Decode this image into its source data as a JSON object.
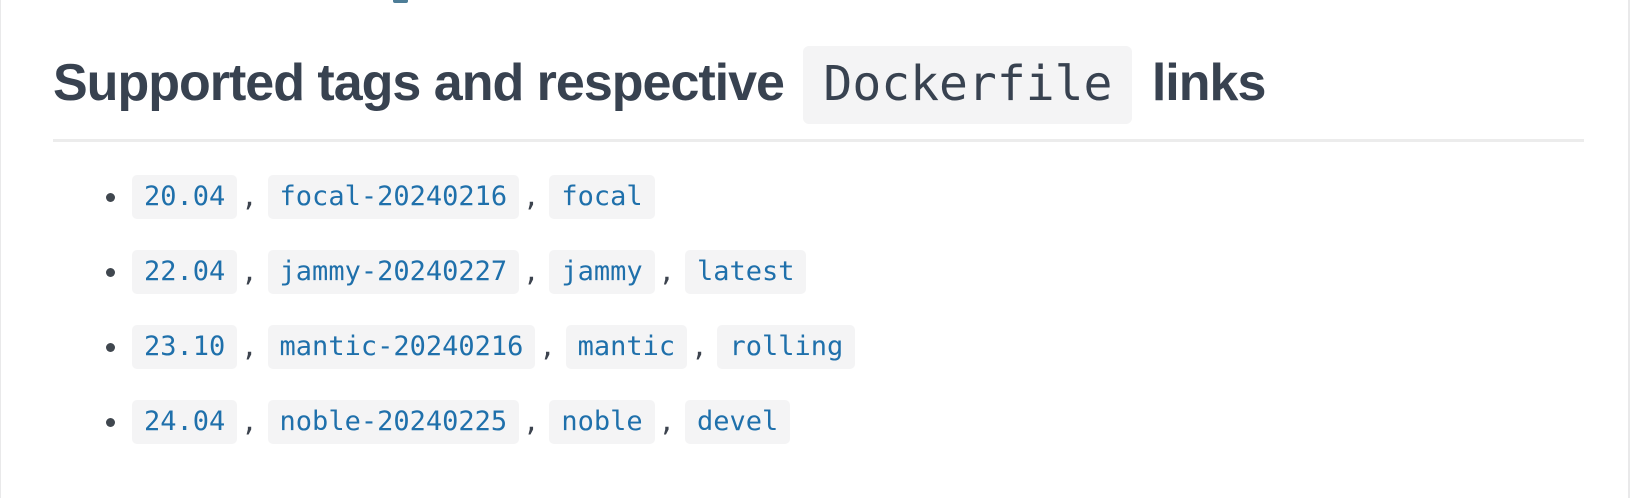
{
  "heading": {
    "prefix": "Supported tags and respective",
    "code": "Dockerfile",
    "suffix": "links"
  },
  "list": {
    "separator": ","
  },
  "rows": [
    [
      "20.04",
      "focal-20240216",
      "focal"
    ],
    [
      "22.04",
      "jammy-20240227",
      "jammy",
      "latest"
    ],
    [
      "23.10",
      "mantic-20240216",
      "mantic",
      "rolling"
    ],
    [
      "24.04",
      "noble-20240225",
      "noble",
      "devel"
    ]
  ],
  "colors": {
    "link_blue": "#1f70ab",
    "chip_background": "#f4f4f5",
    "heading_text": "#384250",
    "divider": "#ececec",
    "column_border": "#e9e9ea",
    "clipped_fragment_blue": "#4d7d97"
  }
}
